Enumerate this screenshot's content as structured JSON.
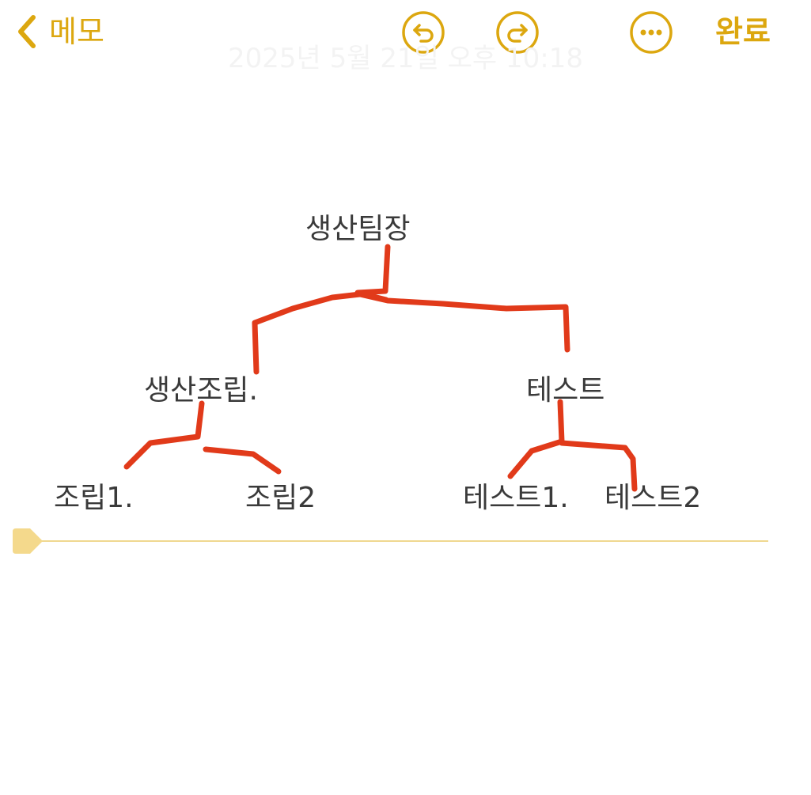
{
  "toolbar": {
    "back_label": "메모",
    "done_label": "완료",
    "accent_color": "#dca70f",
    "icons": [
      "chevron-left-icon",
      "undo-icon",
      "redo-icon",
      "more-icon"
    ]
  },
  "note": {
    "timestamp": "2025년 5월 21일 오후 10:18",
    "org_chart": {
      "root": "생산팀장",
      "branches": [
        {
          "name": "생산조립.",
          "children": [
            "조립1.",
            "조립2"
          ]
        },
        {
          "name": "테스트",
          "children": [
            "테스트1.",
            "테스트2"
          ]
        }
      ]
    },
    "stroke_color": "#e13a1a"
  }
}
